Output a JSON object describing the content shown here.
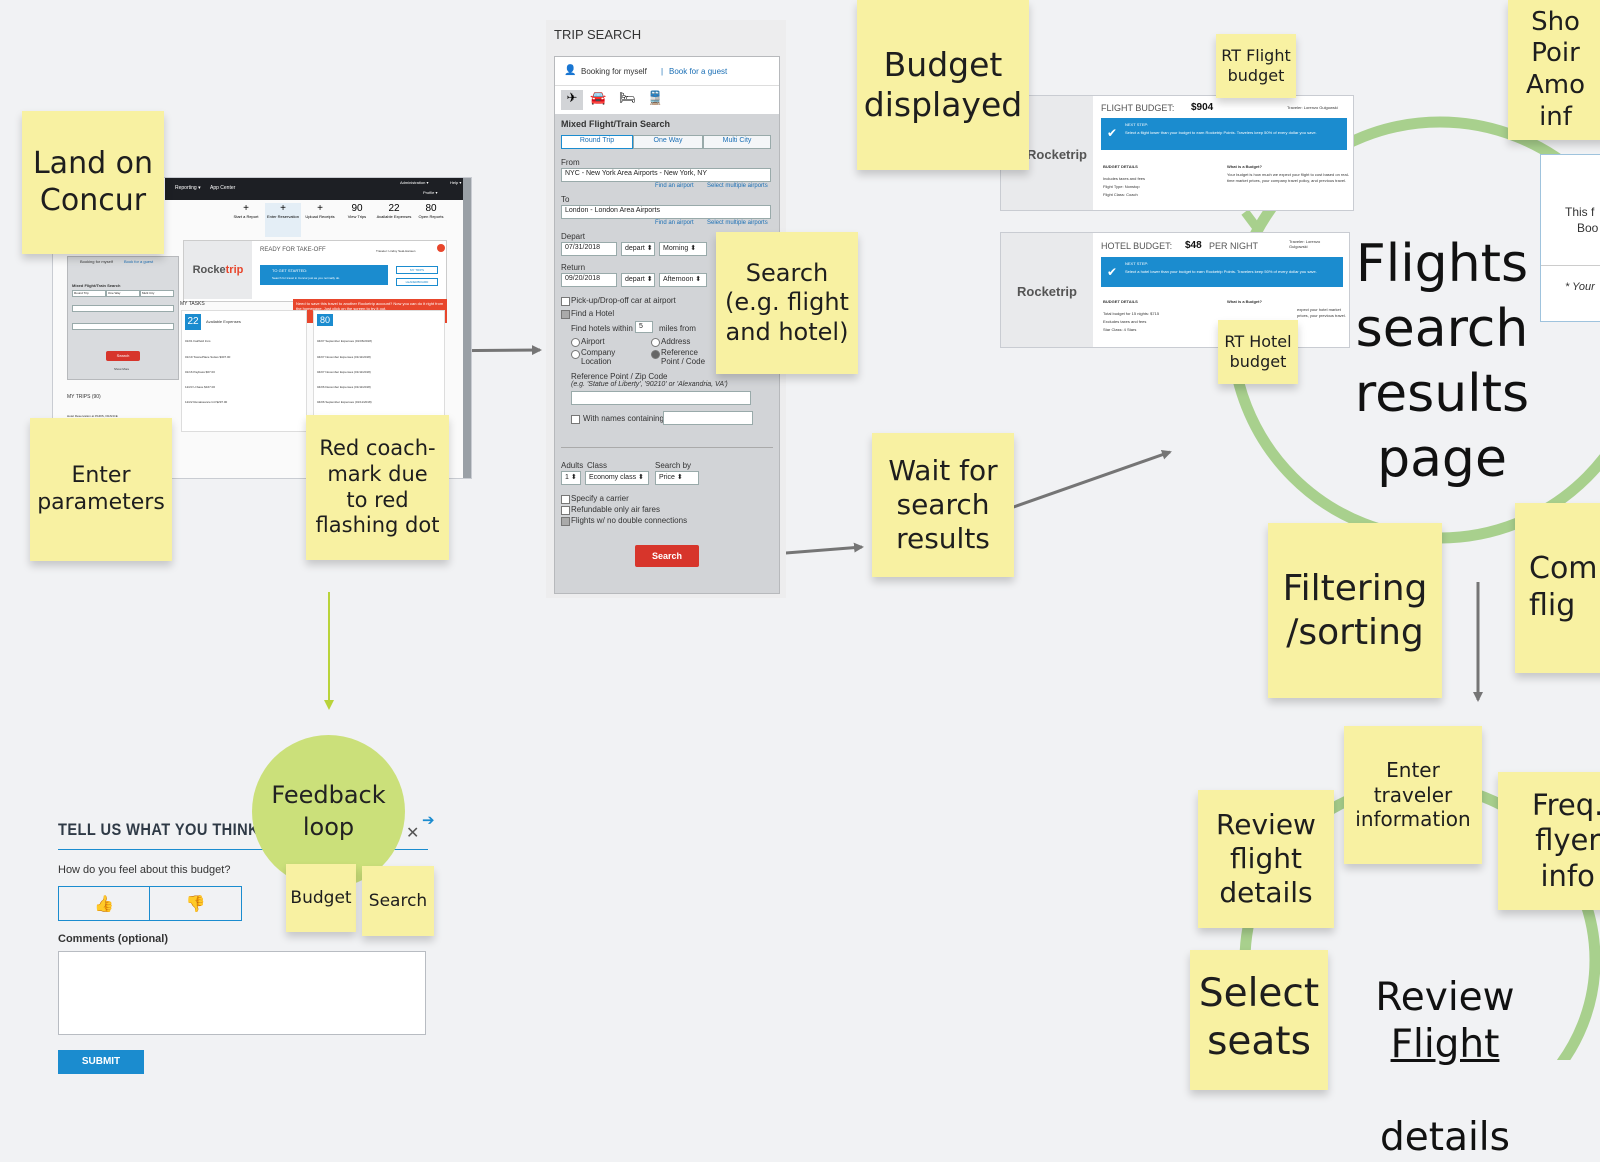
{
  "stickies": {
    "land_on_concur": "Land on\nConcur",
    "enter_parameters": "Enter\nparameters",
    "red_coachmark": "Red coach-\nmark due\nto red\nflashing dot",
    "search_flight_hotel": "Search\n(e.g. flight\nand hotel)",
    "budget_displayed": "Budget\ndisplayed",
    "rt_flight_budget": "RT Flight\nbudget",
    "rt_hotel_budget": "RT Hotel\nbudget",
    "wait_for_results": "Wait for\nsearch\nresults",
    "filtering_sorting": "Filtering\n/sorting",
    "compare_flights": "Comp\nflig",
    "show_points": "Sho\nPoir\nAmo\ninf",
    "enter_traveler_info": "Enter\ntraveler\ninformation",
    "review_flight_details": "Review\nflight\ndetails",
    "freq_flyer_info": "Freq.\nflyer\ninfo",
    "select_seats": "Select\nseats",
    "budget_small": "Budget",
    "search_small": "Search",
    "feedback_loop": "Feedback\nloop"
  },
  "headings": {
    "flights_search_results": "Flights\nsearch\nresults page",
    "review_flight": "Review",
    "review_flight_underlined": "Flight",
    "review_details": "details"
  },
  "edge_card": {
    "line1": "This f",
    "line2": "Boo",
    "footnote": "* Your"
  },
  "concur": {
    "menu1": "Reporting ▾",
    "menu2": "App Center",
    "admin": "Administration ▾",
    "help": "Help ▾",
    "profile": "Profile ▾",
    "tiles": [
      {
        "value": "+",
        "label": "Start a Report"
      },
      {
        "value": "+",
        "label": "Enter Reservation"
      },
      {
        "value": "+",
        "label": "Upload Receipts"
      },
      {
        "value": "90",
        "label": "View Trips"
      },
      {
        "value": "22",
        "label": "Available Expenses"
      },
      {
        "value": "80",
        "label": "Open Reports"
      }
    ],
    "booking_myself": "Booking for myself",
    "book_guest": "Book for a guest",
    "mixed_search": "Mixed Flight/Train Search",
    "tabs": [
      "Round Trip",
      "One Way",
      "Multi City"
    ],
    "ready": "READY FOR TAKE-OFF",
    "traveler": "Traveler: Lindsy Seal-Hansen",
    "to_get_started": "TO GET STARTED:",
    "get_started_text": "Search for travel in Concur just as you normally do.",
    "my_trips_btn": "MY TRIPS",
    "leaderboard_btn": "LEADERBOARD",
    "coach_text": "Need to save this travel to another Rocketrip account? Now you can do it right from the homepage. Just click on the screen to try it out.",
    "my_tasks": "MY TASKS",
    "count1": "22",
    "count1_label": "Available Expenses",
    "count2": "80",
    "my_trips": "MY TRIPS (90)",
    "search_btn": "Search",
    "show_more": "Show More",
    "hotel_reservation": "Hotel Reservation at PARIS, FRANCE",
    "expenses_left": [
      "01/01  Fairfield Inns",
      "01/19  TownePlace Suites  $307.00",
      "01/16  Paybass  $67.00",
      "12/23  U-Save  $167.00",
      "12/22  Renaissance Intl  $297.00"
    ],
    "expenses_right": [
      "04/07  September Expenses (01/06/2018)",
      "04/07  November Expenses (01/11/2018)",
      "04/07  November Expenses (01/11/2018)",
      "04/06  December Expenses (01/11/2018)",
      "04/06  September Expenses (01/11/2018)"
    ]
  },
  "trip_search": {
    "title": "TRIP SEARCH",
    "booking_myself": "Booking for myself",
    "separator": "|",
    "book_guest": "Book for a guest",
    "section": "Mixed Flight/Train Search",
    "tabs": [
      "Round Trip",
      "One Way",
      "Multi City"
    ],
    "from_label": "From",
    "from_value": "NYC - New York Area Airports - New York, NY",
    "find_airport": "Find an airport",
    "select_multiple": "Select multiple airports",
    "to_label": "To",
    "to_value": "London - London Area Airports",
    "depart_label": "Depart",
    "depart_date": "07/31/2018",
    "depart_mode": "depart ⬍",
    "depart_time": "Morning ⬍",
    "return_label": "Return",
    "return_date": "09/20/2018",
    "return_mode": "depart ⬍",
    "return_time": "Afternoon ⬍",
    "pickup_car": "Pick-up/Drop-off car at airport",
    "find_hotel": "Find a Hotel",
    "hotels_within": "Find hotels within",
    "miles_value": "5",
    "miles_from": "miles from",
    "opt_airport": "Airport",
    "opt_address": "Address",
    "opt_company": "Company Location",
    "opt_reference": "Reference Point / Code",
    "ref_zip": "Reference Point / Zip Code",
    "ref_example": "(e.g. 'Statue of Liberty', '90210' or 'Alexandria, VA')",
    "with_names": "With names containing:",
    "adults_label": "Adults",
    "class_label": "Class",
    "search_by_label": "Search by",
    "adults_value": "1 ⬍",
    "class_value": "Economy class ⬍",
    "search_by_value": "Price ⬍",
    "specify_carrier": "Specify a carrier",
    "refundable": "Refundable only air fares",
    "no_double": "Flights w/ no double connections",
    "search_btn": "Search"
  },
  "flight_budget": {
    "logo": "Rocketrip",
    "title": "FLIGHT BUDGET:",
    "amount": "$904",
    "traveler": "Traveler: Lorenzo Gulgowski",
    "next_step": "NEXT STEP:",
    "next_text": "Select a flight lower than your budget to earn Rocketrip Points. Travelers keep 50% of every dollar you save.",
    "details_title": "BUDGET DETAILS",
    "details": [
      "Includes taxes and fees",
      "Flight Type: Nonstop",
      "Flight Class: Coach"
    ],
    "what_title": "What is a Budget?",
    "what_text": "Your budget is how much we expect your flight to cost based on real-time market prices, your company travel policy, and previous travel."
  },
  "hotel_budget": {
    "logo": "Rocketrip",
    "title": "HOTEL BUDGET:",
    "amount": "$48",
    "per_night": "PER NIGHT",
    "traveler": "Traveler: Lorenzo Gulgowski",
    "next_step": "NEXT STEP:",
    "next_text": "Select a hotel lower than your budget to earn Rocketrip Points. Travelers keep 50% of every dollar you save.",
    "details_title": "BUDGET DETAILS",
    "details": [
      "Total budget for 15 nights: $715",
      "Excludes taxes and fees",
      "Star Class: 4 Stars"
    ],
    "what_title": "What is a Budget?",
    "what_text": "expect your hotel market prices, your previous travel."
  },
  "feedback": {
    "title": "TELL US WHAT YOU THINK",
    "question": "How do you feel about this budget?",
    "comments": "Comments (optional)",
    "submit": "SUBMIT"
  },
  "colors": {
    "sticky": "#f8f1a2",
    "green_circle": "#cbe07a",
    "green_ring": "#a8d08d",
    "rocketrip_blue": "#1b8ccf",
    "coach_red": "#e8462c",
    "search_red": "#d7352b"
  }
}
